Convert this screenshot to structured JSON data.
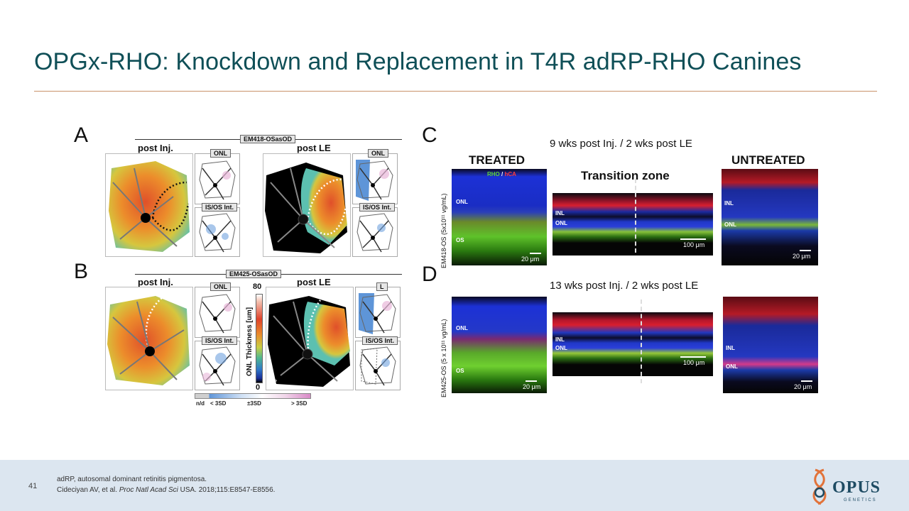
{
  "title": "OPGx-RHO: Knockdown and Replacement in T4R adRP-RHO Canines",
  "figure": {
    "panel_a": {
      "letter": "A",
      "eye_tag": "EM418-OSasOD",
      "left_label": "post Inj.",
      "right_label": "post LE",
      "onl_tag": "ONL",
      "isos_tag": "IS/OS Int."
    },
    "panel_b": {
      "letter": "B",
      "eye_tag": "EM425-OSasOD",
      "left_label": "post Inj.",
      "right_label": "post LE",
      "onl_tag": "ONL",
      "onl_tag_right": "L",
      "isos_tag": "IS/OS Int."
    },
    "colorbar": {
      "max": "80",
      "min": "0",
      "label": "ONL Thickness [um]",
      "scale_tag": "10°"
    },
    "legend": [
      "n/d",
      "< 3SD",
      "±3SD",
      "> 3SD"
    ],
    "panel_c": {
      "letter": "C",
      "timepoint": "9 wks post Inj. / 2 wks post LE",
      "treated": "TREATED",
      "transition": "Transition zone",
      "untreated": "UNTREATED",
      "stain_rho": "RHO",
      "stain_sep": " / ",
      "stain_hca": "hCA",
      "side_label": "EM418-OS (5x10¹¹ vg/mL)",
      "inl": "INL",
      "onl": "ONL",
      "os": "OS",
      "scale_20": "20 μm",
      "scale_100": "100 μm"
    },
    "panel_d": {
      "letter": "D",
      "timepoint": "13 wks post Inj. / 2 wks post LE",
      "side_label": "EM425-OS (5 x 10¹¹ vg/mL)",
      "inl": "INL",
      "onl": "ONL",
      "os": "OS",
      "scale_20": "20 μm",
      "scale_100": "100 μm"
    }
  },
  "footer": {
    "page_number": "41",
    "line1": "adRP, autosomal dominant retinitis pigmentosa.",
    "citation_authors": "Cideciyan AV, et al. ",
    "citation_journal": "Proc Natl Acad Sci",
    "citation_rest": " USA. 2018;115:E8547-E8556.",
    "logo_text": "OPUS",
    "logo_sub": "GENETICS"
  },
  "colors": {
    "title": "#0f4f57",
    "rule": "#c9926a",
    "footer_bg": "#dce6f0",
    "logo_orange": "#e2733a",
    "logo_blue": "#1e4b63"
  }
}
